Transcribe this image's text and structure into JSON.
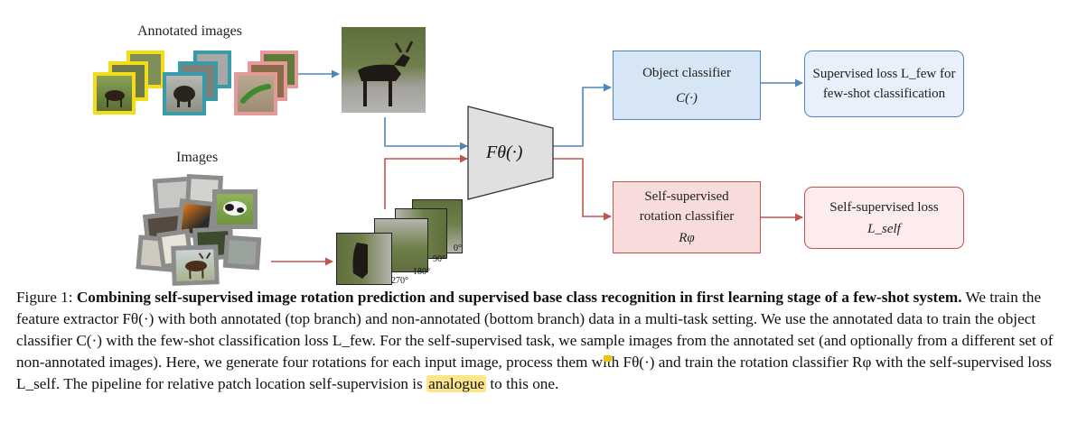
{
  "figure": {
    "annotated_label": "Annotated images",
    "images_label": "Images",
    "feature_extractor": "Fθ(·)",
    "object_classifier": {
      "line1": "Object classifier",
      "line2": "C(·)"
    },
    "supervised_loss": {
      "line1": "Supervised loss L_few for",
      "line2": "few-shot classification"
    },
    "rotation_classifier": {
      "line1": "Self-supervised",
      "line2": "rotation classifier",
      "line3": "Rφ"
    },
    "self_supervised_loss": {
      "line1": "Self-supervised loss",
      "line2": "L_self"
    },
    "rotation_labels": [
      "0°",
      "90°",
      "180°",
      "270°"
    ],
    "colors": {
      "blue_arrow": "#4f86b8",
      "red_arrow": "#c0564b",
      "object_box_fill": "#d6e6f5",
      "rotation_box_fill": "#f7dcdb",
      "supervised_loss_fill": "#e8f0fb",
      "self_loss_fill": "#fcecee",
      "frame_yellow": "#f2dc1c",
      "frame_teal": "#3a9ba8",
      "frame_pink": "#e49a98",
      "frame_gray": "#8c8c8c",
      "highlight": "#fde58a"
    }
  },
  "caption": {
    "prefix": "Figure 1: ",
    "bold": "Combining self-supervised image rotation prediction and supervised base class recognition in first learning stage of a few-shot system.",
    "s1": " We train the feature extractor Fθ(·) with both annotated (top branch) and non-annotated (bottom branch) data in a multi-task setting. We use the annotated data to train the object classifier C(·) with the few-shot classification loss L_few. For the self-supervised task, we sample images from the annotated set (and optionally from a different set of non-annotated images). Here, we generate four rotations for each input image, process them wi",
    "s2": "th Fθ(·) and train the rotation classifier Rφ with the self-supervised loss L_self. The pipeline for relative patch location self-supervision is ",
    "highlighted": "analogue",
    "s3": " to this one."
  }
}
